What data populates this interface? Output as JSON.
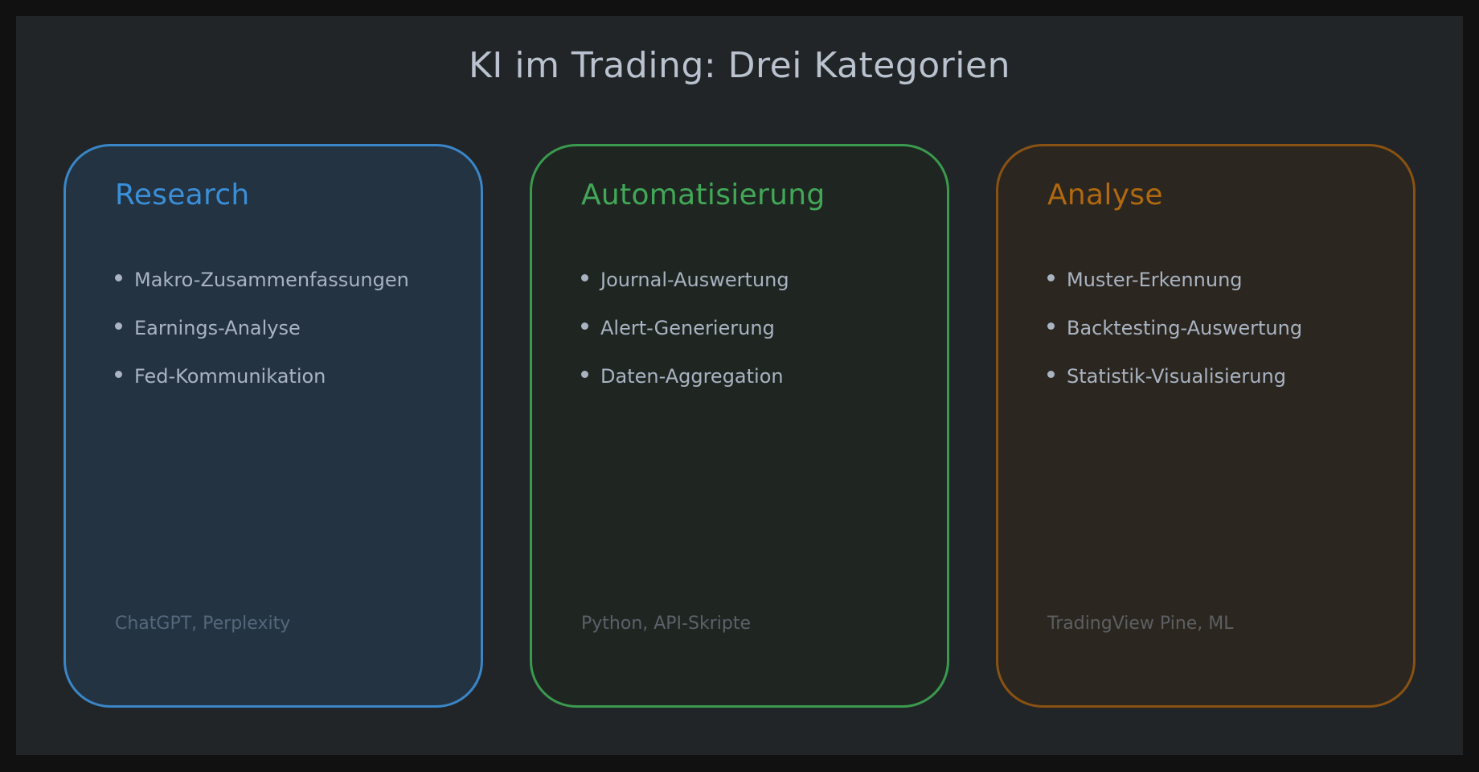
{
  "title": "KI im Trading: Drei Kategorien",
  "cards": [
    {
      "title": "Research",
      "accent_color": "#3a86c8",
      "items": [
        "Makro-Zusammenfassungen",
        "Earnings-Analyse",
        "Fed-Kommunikation"
      ],
      "footer": "ChatGPT, Perplexity"
    },
    {
      "title": "Automatisierung",
      "accent_color": "#3a9a4e",
      "items": [
        "Journal-Auswertung",
        "Alert-Generierung",
        "Daten-Aggregation"
      ],
      "footer": "Python, API-Skripte"
    },
    {
      "title": "Analyse",
      "accent_color": "#8a5212",
      "items": [
        "Muster-Erkennung",
        "Backtesting-Auswertung",
        "Statistik-Visualisierung"
      ],
      "footer": "TradingView Pine, ML"
    }
  ]
}
